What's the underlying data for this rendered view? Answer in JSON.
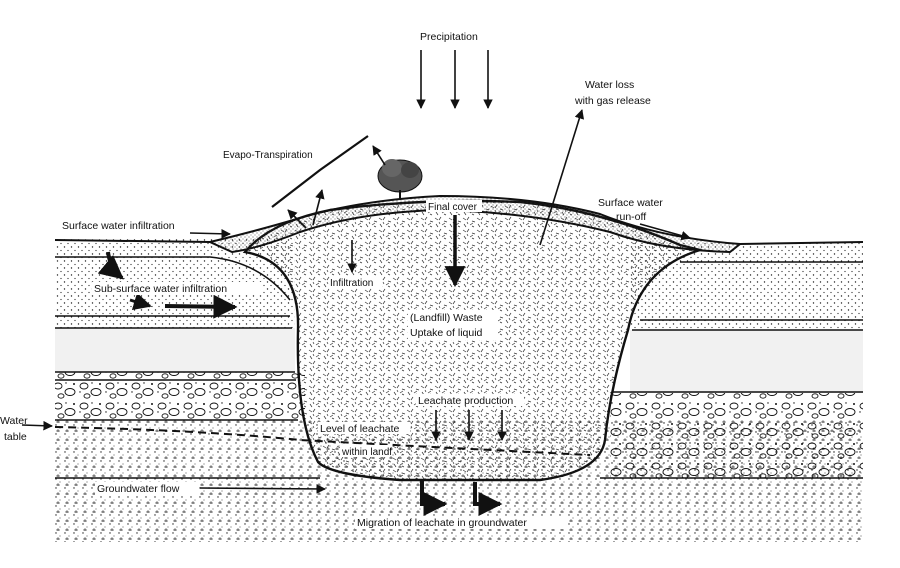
{
  "labels": {
    "precipitation": "Precipitation",
    "water_loss_1": "Water loss",
    "water_loss_2": "with gas release",
    "evapo": "Evapo-Transpiration",
    "surface_infiltration": "Surface water infiltration",
    "final_cover": "Final cover",
    "surface_runoff_1": "Surface water",
    "surface_runoff_2": "run-off",
    "subsurface": "Sub-surface water infiltration",
    "infiltration": "Infiltration",
    "waste_1": "(Landfill) Waste",
    "waste_2": "Uptake of liquid",
    "leachate_production": "Leachate production",
    "level_leachate": "Level of leachate",
    "within_landfill": "within landf",
    "water_table_1": "Water",
    "water_table_2": "table",
    "groundwater_flow": "Groundwater flow",
    "migration": "Migration of leachate in groundwater"
  },
  "colors": {
    "ink": "#111111",
    "background": "#ffffff",
    "clay_band": "#efefef"
  }
}
